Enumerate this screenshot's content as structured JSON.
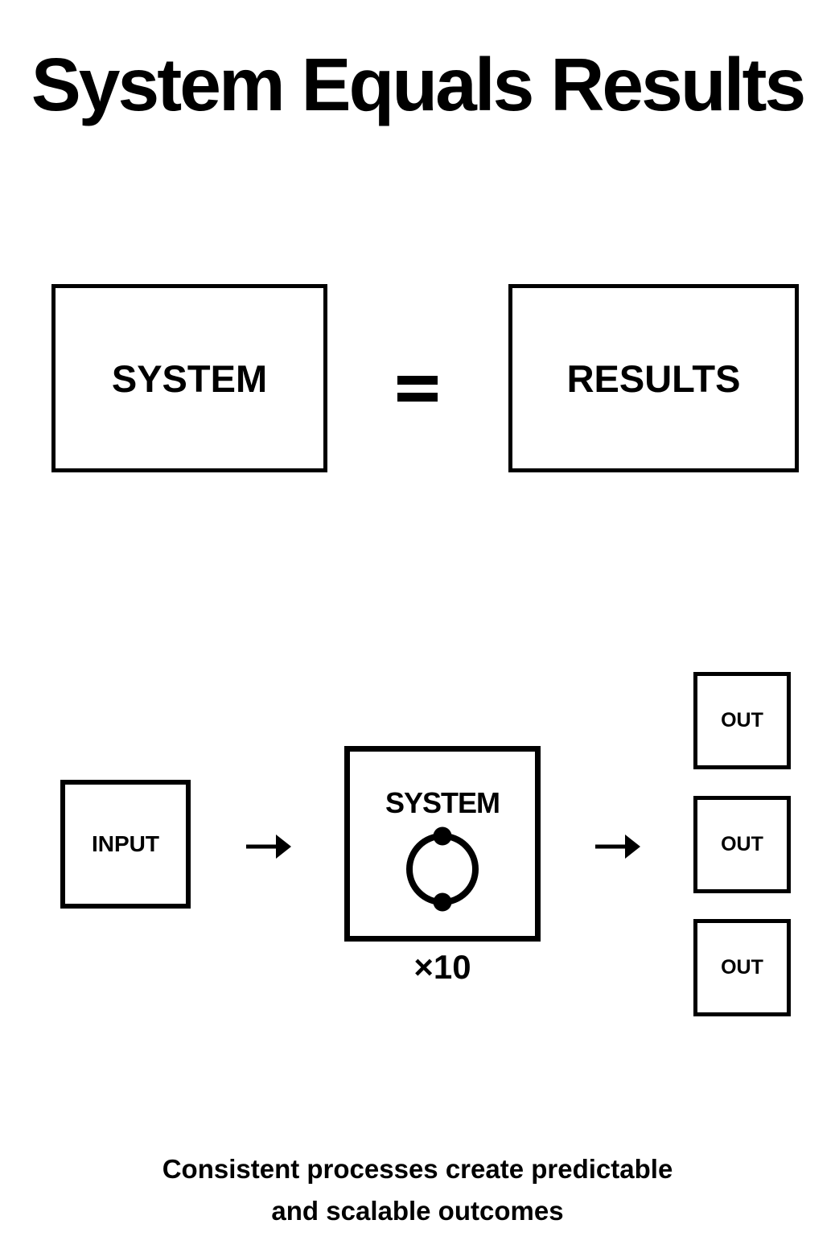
{
  "title": "System Equals Results",
  "equation": {
    "system_label": "SYSTEM",
    "operator": "=",
    "results_label": "RESULTS"
  },
  "flow": {
    "input_label": "INPUT",
    "system_label": "SYSTEM",
    "multiplier": "×10",
    "outputs": [
      "OUT",
      "OUT",
      "OUT"
    ]
  },
  "caption": {
    "line1": "Consistent processes create predictable",
    "line2": "and scalable outcomes"
  },
  "icons": {
    "system_cycle": "cycle-icon",
    "flow_arrows": "arrow-right-icon"
  },
  "colors": {
    "ink": "#000000",
    "background": "#ffffff"
  }
}
